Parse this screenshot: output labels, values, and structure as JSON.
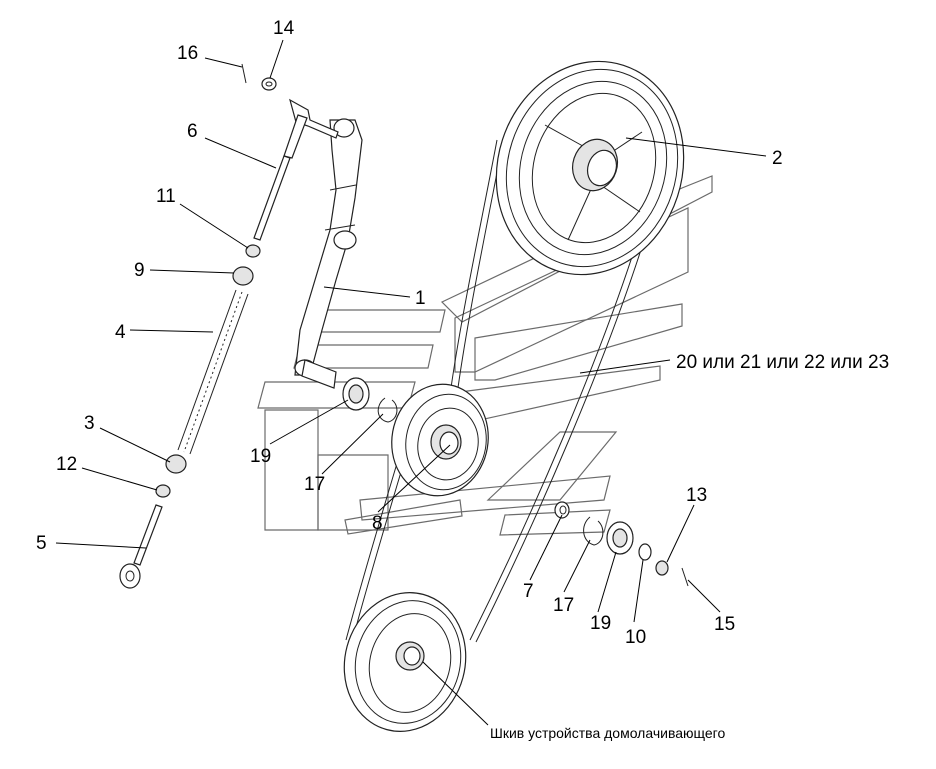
{
  "callouts": {
    "c1": "1",
    "c2": "2",
    "c3": "3",
    "c4": "4",
    "c5": "5",
    "c6": "6",
    "c7": "7",
    "c8": "8",
    "c9": "9",
    "c10": "10",
    "c11": "11",
    "c12": "12",
    "c13": "13",
    "c14": "14",
    "c15": "15",
    "c16": "16",
    "c17a": "17",
    "c17b": "17",
    "c19a": "19",
    "c19b": "19",
    "c20": "20 или 21 или 22 или 23"
  },
  "caption": "Шкив устройства домолачивающего",
  "colors": {
    "line": "#222222",
    "watermark": "#6b6b6b",
    "background": "#ffffff"
  }
}
